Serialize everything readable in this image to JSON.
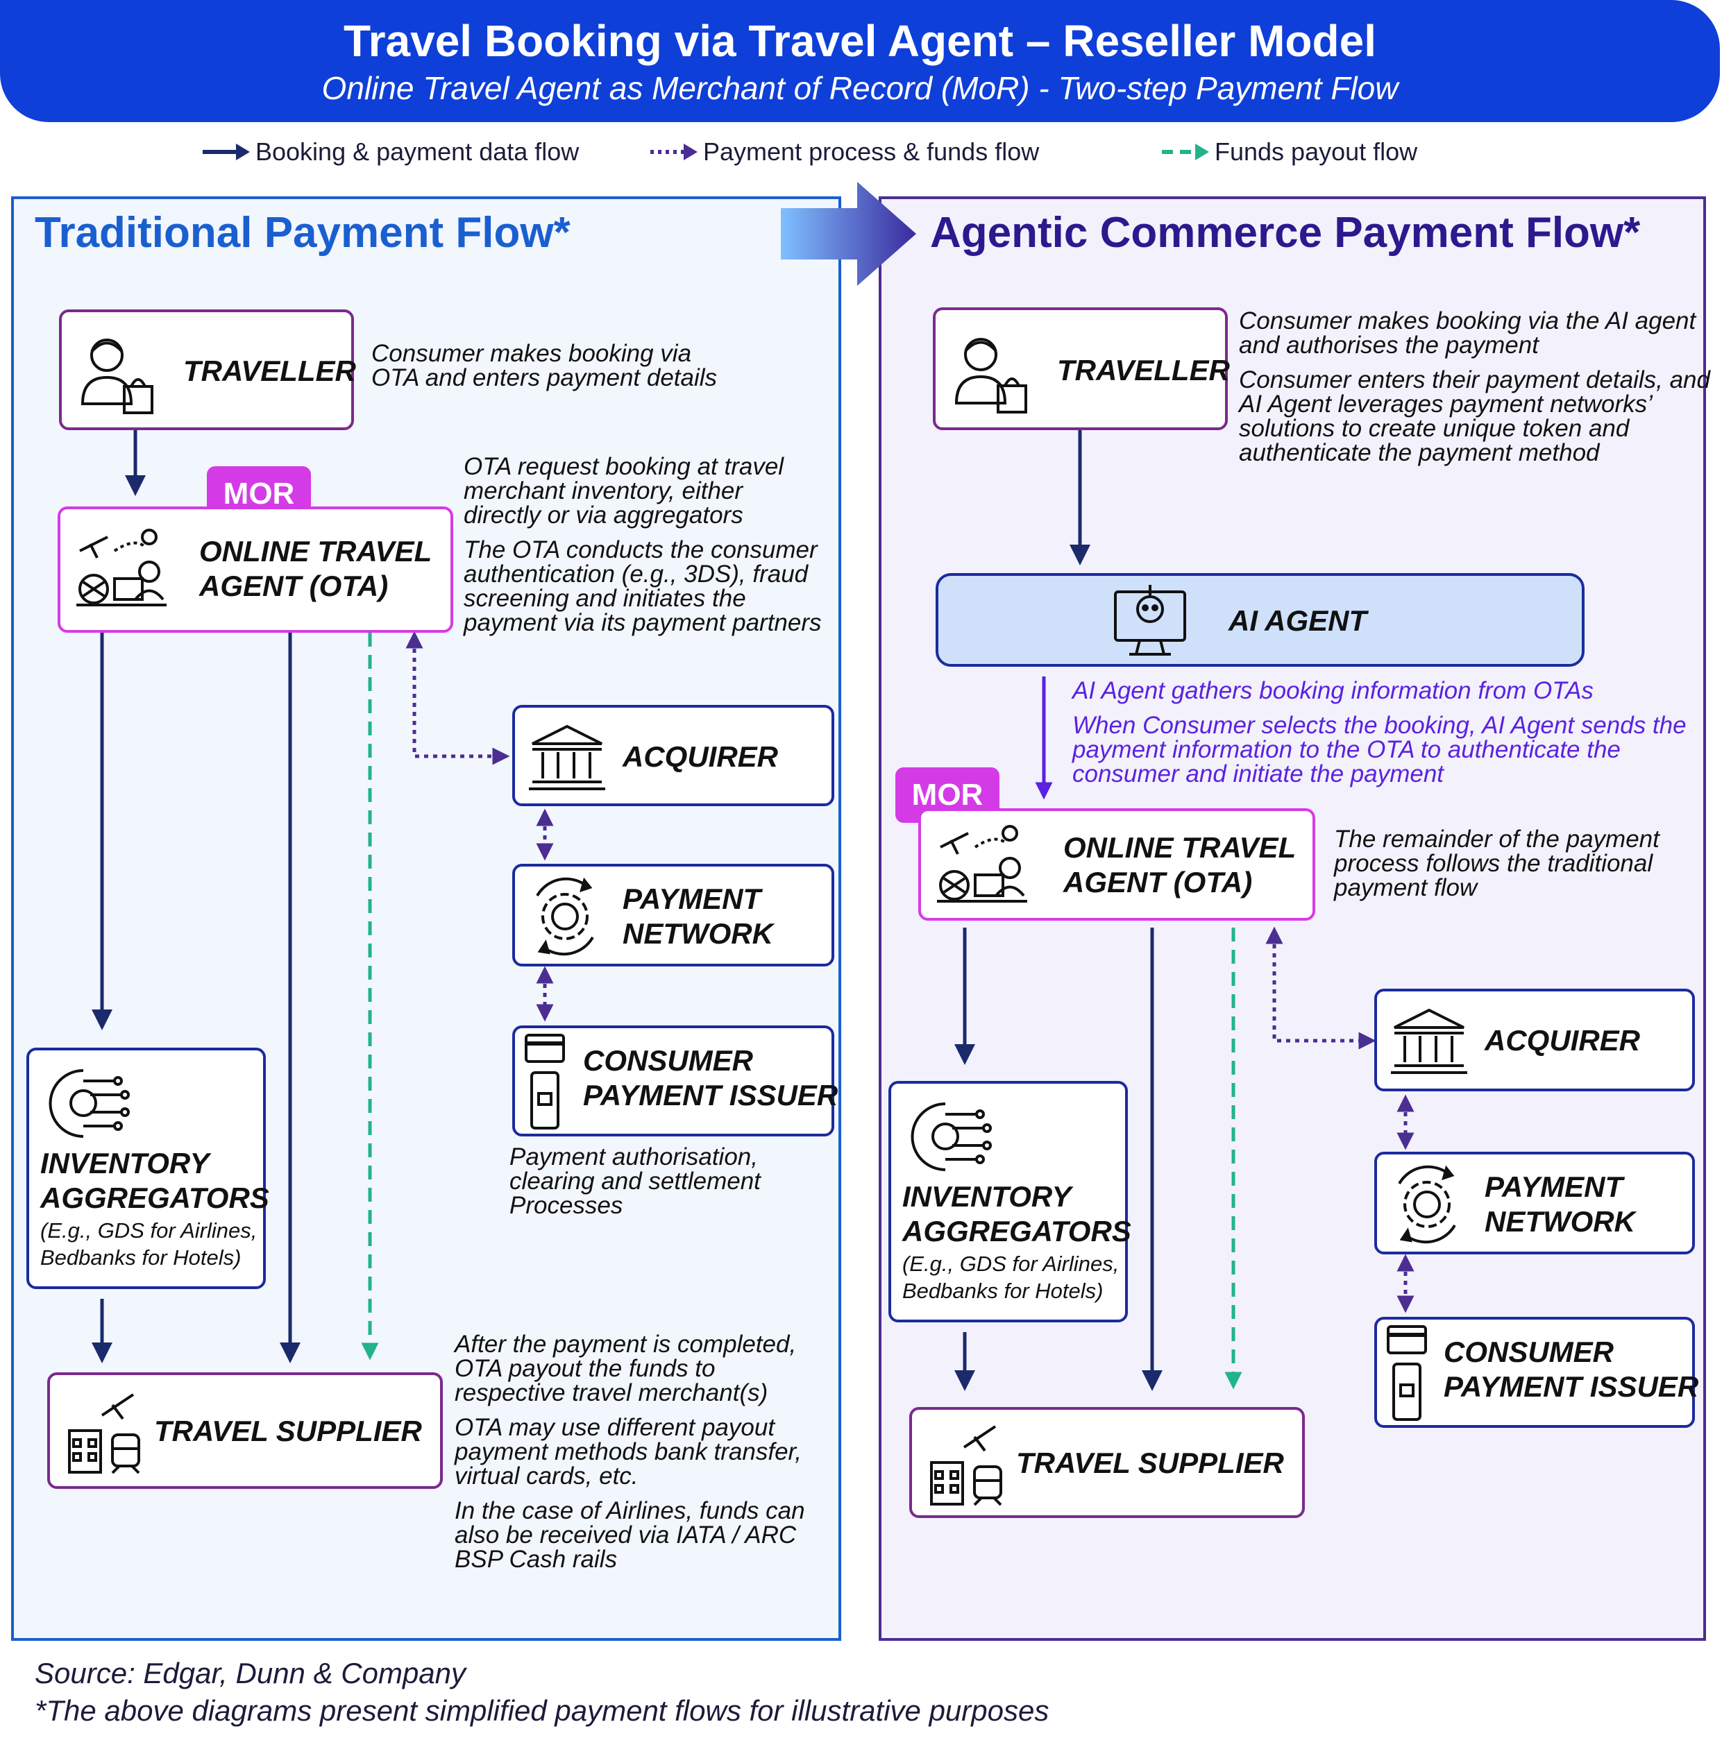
{
  "header": {
    "title": "Travel Booking via Travel Agent – Reseller Model",
    "subtitle": "Online Travel Agent as Merchant of Record (MoR) - Two-step Payment Flow"
  },
  "legend": [
    {
      "label": "Booking & payment data flow",
      "color": "#1b2a6b",
      "style": "solid"
    },
    {
      "label": "Payment process & funds flow",
      "color": "#4b2e91",
      "style": "dotted"
    },
    {
      "label": "Funds payout flow",
      "color": "#22b38a",
      "style": "dashed"
    }
  ],
  "traditional": {
    "title": "Traditional Payment Flow*",
    "traveller": "TRAVELLER",
    "traveller_note": "Consumer makes booking via OTA and enters payment details",
    "mor": "MOR",
    "ota_line1": "ONLINE TRAVEL",
    "ota_line2": "AGENT (OTA)",
    "ota_note1": "OTA request booking at travel merchant inventory, either directly or via aggregators",
    "ota_note2": "The OTA conducts the consumer authentication (e.g., 3DS), fraud screening and initiates the payment via its payment partners",
    "acquirer": "ACQUIRER",
    "network_line1": "PAYMENT",
    "network_line2": "NETWORK",
    "issuer_line1": "CONSUMER",
    "issuer_line2": "PAYMENT ISSUER",
    "issuer_note": "Payment authorisation, clearing and settlement Processes",
    "agg_line1": "INVENTORY",
    "agg_line2": "AGGREGATORS",
    "agg_sub1": "(E.g., GDS for Airlines,",
    "agg_sub2": "Bedbanks for Hotels)",
    "supplier": "TRAVEL SUPPLIER",
    "supplier_note1": "After the payment is completed, OTA payout the funds to respective travel merchant(s)",
    "supplier_note2": "OTA may use different payout payment methods bank transfer, virtual cards, etc.",
    "supplier_note3": "In the case of Airlines, funds can also be received via IATA / ARC BSP Cash rails"
  },
  "agentic": {
    "title": "Agentic Commerce Payment Flow*",
    "traveller": "TRAVELLER",
    "traveller_note1": "Consumer makes booking via the AI agent and authorises the payment",
    "traveller_note2": "Consumer enters their payment details, and AI Agent leverages payment networks’ solutions to create unique token and authenticate the payment method",
    "ai_agent": "AI AGENT",
    "ai_note1": "AI Agent gathers booking information from OTAs",
    "ai_note2": "When Consumer selects the booking, AI Agent sends the payment information to the OTA to authenticate the consumer and initiate the payment",
    "mor": "MOR",
    "ota_line1": "ONLINE TRAVEL",
    "ota_line2": "AGENT (OTA)",
    "ota_note": "The remainder of the payment process follows the traditional payment flow",
    "acquirer": "ACQUIRER",
    "network_line1": "PAYMENT",
    "network_line2": "NETWORK",
    "issuer_line1": "CONSUMER",
    "issuer_line2": "PAYMENT ISSUER",
    "agg_line1": "INVENTORY",
    "agg_line2": "AGGREGATORS",
    "agg_sub1": "(E.g., GDS for Airlines,",
    "agg_sub2": "Bedbanks for Hotels)",
    "supplier": "TRAVEL SUPPLIER"
  },
  "footer": {
    "source": "Source: Edgar, Dunn & Company",
    "disclaimer": "*The above diagrams present simplified payment flows for illustrative purposes"
  },
  "colors": {
    "title_bar": "#0f3fd9",
    "traditional_border": "#1a5fd0",
    "agentic_border": "#4b2e91",
    "mor_badge": "#d43be6",
    "data_flow": "#1b2a6b",
    "payment_flow": "#4b2e91",
    "payout_flow": "#22b38a",
    "ai_agent_fill": "#cfe0fb"
  }
}
